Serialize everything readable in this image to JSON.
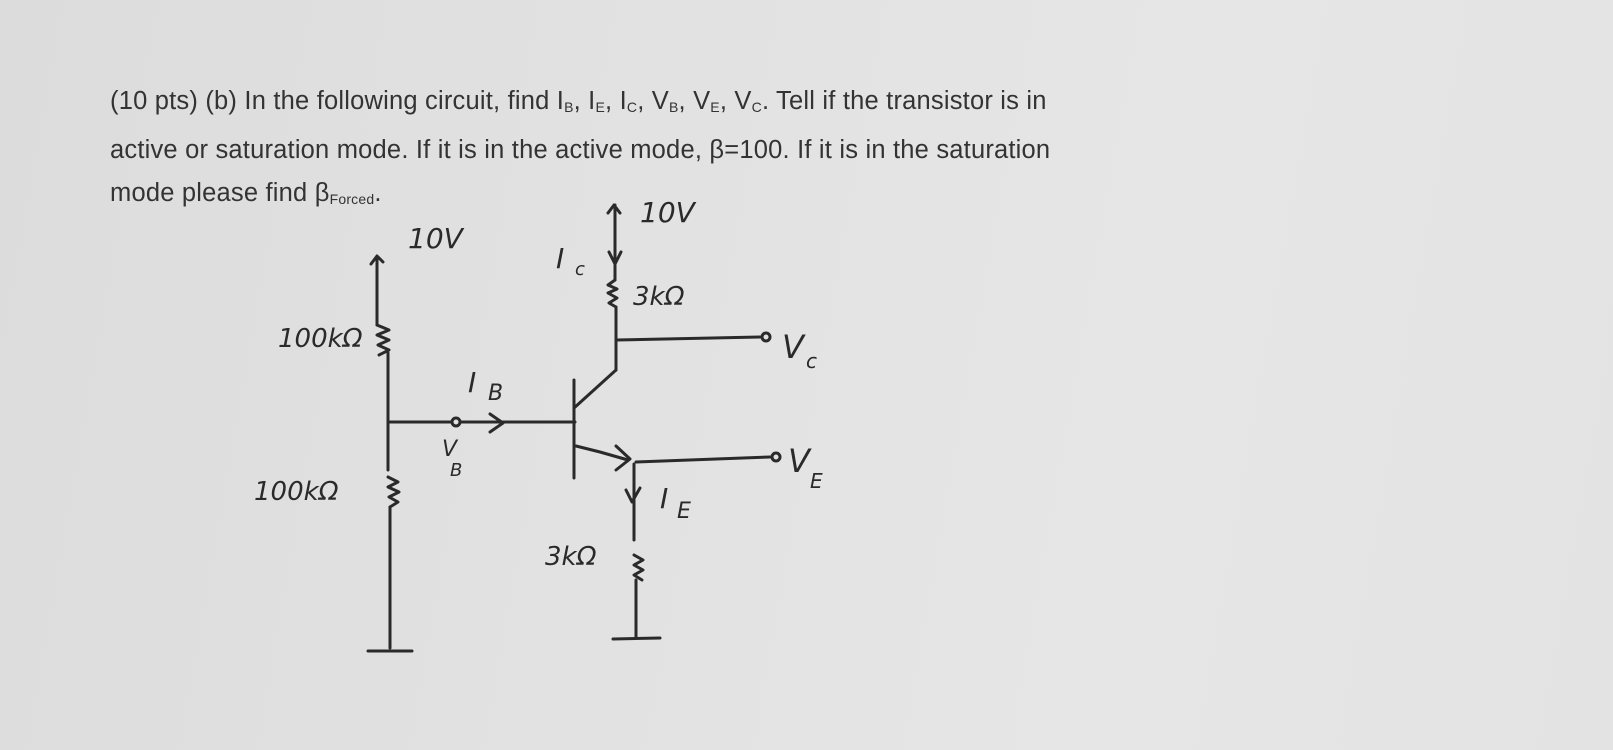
{
  "problem": {
    "points": "(10 pts)",
    "part": "(b)",
    "line1_a": "In the following circuit, find I",
    "sub_B": "B",
    "sep1": ", I",
    "sub_E": "E",
    "sep2": ", I",
    "sub_C": "C",
    "sep3": ", V",
    "sub_VB": "B",
    "sep4": ", V",
    "sub_VE": "E",
    "sep5": ", V",
    "sub_VC": "C",
    "line1_b": ". Tell if the transistor is in",
    "line2": "active or saturation mode. If it is in the active mode, β=100. If it is in the saturation",
    "line3_a": "mode please find β",
    "line3_sub": "Forced",
    "line3_b": "."
  },
  "circuit": {
    "supply_left": "10V",
    "supply_right": "10V",
    "r_top_left": "100kΩ",
    "r_bottom_left": "100kΩ",
    "r_collector": "3kΩ",
    "r_emitter": "3kΩ",
    "label_ic": "I",
    "label_ic_sub": "c",
    "label_ib": "I",
    "label_ib_sub": "B",
    "label_ie": "I",
    "label_ie_sub": "E",
    "label_vb": "V",
    "label_vb_sub": "B",
    "label_vc": "V",
    "label_vc_sub": "c",
    "label_ve": "V",
    "label_ve_sub": "E"
  }
}
